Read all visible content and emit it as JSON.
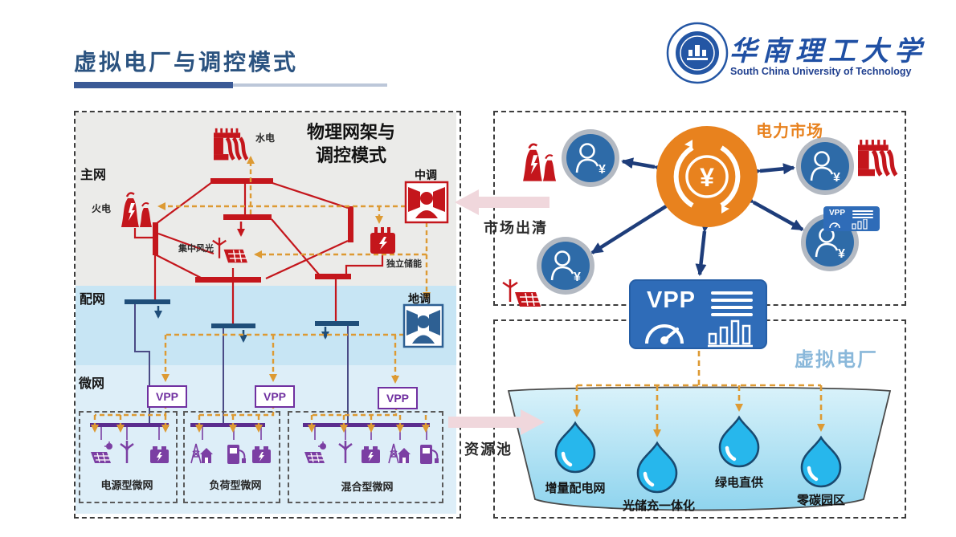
{
  "header": {
    "title": "虚拟电厂与调控模式"
  },
  "logo": {
    "cn": "华南理工大学",
    "en": "South China University of Technology"
  },
  "left_panel": {
    "heading_line1": "物理网架与",
    "heading_line2": "调控模式",
    "layer_main": "主网",
    "layer_dist": "配网",
    "layer_micro": "微网",
    "hydro": "水电",
    "thermal": "火电",
    "wind_solar": "集中风光",
    "storage": "独立储能",
    "central_dispatch": "中调",
    "local_dispatch": "地调",
    "vpp": "VPP",
    "microgrid_source": "电源型微网",
    "microgrid_load": "负荷型微网",
    "microgrid_hybrid": "混合型微网"
  },
  "market_panel": {
    "title": "电力市场",
    "currency": "¥",
    "vpp_card": "VPP"
  },
  "vpp_box": {
    "label": "VPP"
  },
  "pool_panel": {
    "title": "虚拟电厂",
    "drop1": "增量配电网",
    "drop2": "光储充一体化",
    "drop3": "绿电直供",
    "drop4": "零碳园区"
  },
  "connectors": {
    "market_clearing": "市场出清",
    "resource_pool": "资源池"
  },
  "colors": {
    "red": "#c4161c",
    "navy_arrow": "#1e3d7a",
    "orange": "#e8821e",
    "orange_dash": "#dd9a33",
    "purple": "#7b3fa3",
    "blue": "#2e6093",
    "drop_fill": "#27b7ec",
    "title_blue": "#2b5380"
  }
}
